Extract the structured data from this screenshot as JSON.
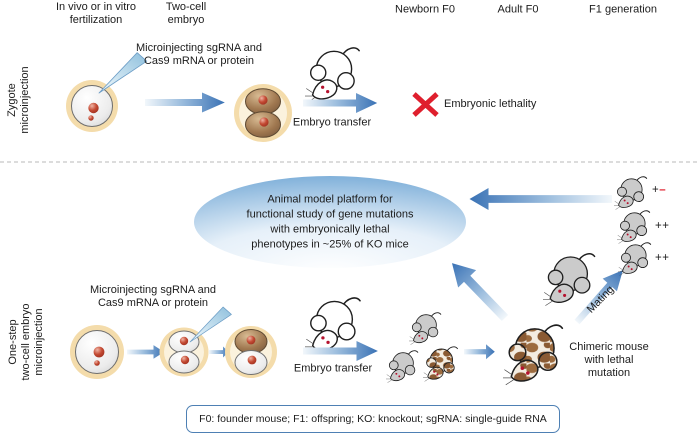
{
  "figure": {
    "columns": {
      "fertilization": "In vivo or in vitro\nfertilization",
      "two_cell": "Two-cell\nembryo",
      "newborn_f0": "Newborn F0",
      "adult_f0": "Adult F0",
      "f1_generation": "F1 generation"
    },
    "zygote_row": {
      "label": "Zygote\nmicroinjection",
      "inject_label": "Microinjecting sgRNA and\nCas9 mRNA or protein",
      "embryo_transfer": "Embryo transfer",
      "outcome": "Embryonic lethality"
    },
    "two_cell_row": {
      "label": "One-step\ntwo-cell embryo\nmicroinjection",
      "inject_label": "Microinjecting sgRNA and\nCas9 mRNA or protein",
      "embryo_transfer": "Embryo transfer",
      "platform": "Animal model platform for\nfunctional study of gene mutations\nwith embryonically lethal\nphenotypes in ~25% of KO mice",
      "chimeric": "Chimeric mouse\nwith lethal mutation",
      "mating": "Mating",
      "genotype_het_plus": "+",
      "genotype_het_minus": "–",
      "genotype_wt_1": "++",
      "genotype_wt_2": "++"
    },
    "legend": "F0: founder mouse; F1: offspring; KO: knockout; sgRNA: single-guide RNA",
    "colors": {
      "arrow_blue": "#3a72b5",
      "ellipse_blue": "#6ea5d4",
      "zona_tan": "#f4dcab",
      "cell_brown": "#8a6645",
      "mouse_gray": "#cbcbcb",
      "lethal_red": "#df1f2d",
      "minus_red": "#e02330"
    }
  }
}
